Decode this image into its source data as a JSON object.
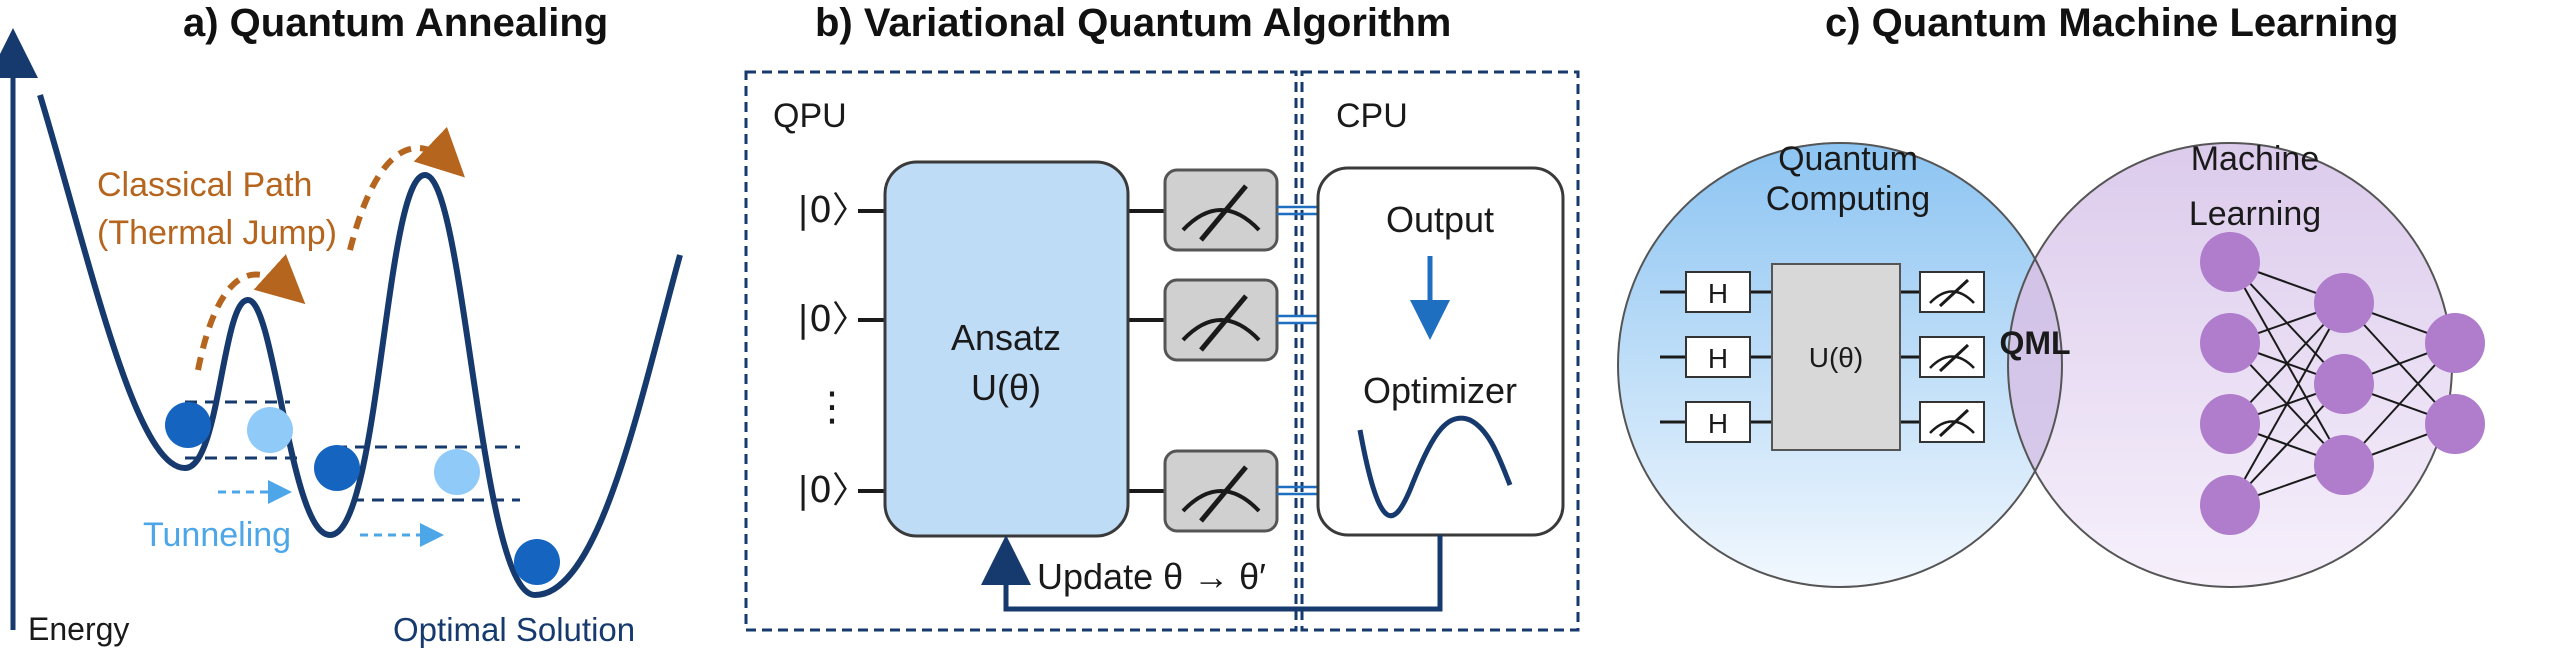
{
  "colors": {
    "navy": "#163a6e",
    "classical": "#b5651d",
    "tunnel": "#4da6e8",
    "ball_dark": "#1565c0",
    "ball_light": "#90caf9",
    "qpu_box": "#bfdcf7",
    "meter_box": "#d0d0d0",
    "optimizer_arrow": "#1f6fc0",
    "venn_left": "#8cc4f2",
    "venn_right": "#e2d4ef",
    "neuron": "#b07ccc"
  },
  "annealing": {
    "title": "a) Quantum Annealing",
    "classical_line1": "Classical Path",
    "classical_line2": "(Thermal Jump)",
    "tunneling": "Tunneling",
    "energy": "Energy",
    "optimal": "Optimal Solution"
  },
  "vqa": {
    "title": "b) Variational Quantum Algorithm",
    "qpu": "QPU",
    "cpu": "CPU",
    "ket": "|0〉",
    "dots": "⋮",
    "ansatz_line1": "Ansatz",
    "ansatz_line2": "U(θ)",
    "output": "Output",
    "optimizer": "Optimizer",
    "update": "Update θ → θ′"
  },
  "qml": {
    "title": "c) Quantum Machine Learning",
    "qc_line1": "Quantum",
    "qc_line2": "Computing",
    "ml_line1": "Machine",
    "ml_line2": "Learning",
    "overlap": "QML",
    "gate": "H",
    "unitary": "U(θ)"
  }
}
